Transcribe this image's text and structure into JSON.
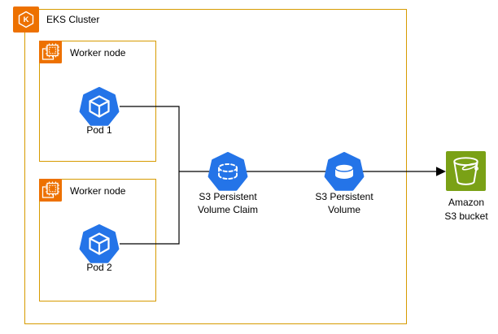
{
  "diagram": {
    "cluster": {
      "label": "EKS Cluster"
    },
    "worker_nodes": [
      {
        "label": "Worker node",
        "pod": "Pod 1"
      },
      {
        "label": "Worker node",
        "pod": "Pod 2"
      }
    ],
    "pvc": {
      "line1": "S3 Persistent",
      "line2": "Volume Claim"
    },
    "pv": {
      "line1": "S3 Persistent",
      "line2": "Volume"
    },
    "bucket": {
      "line1": "Amazon",
      "line2": "S3 bucket"
    },
    "icons": {
      "eks_letter": "K",
      "eks_icon": "eks-service-icon",
      "worker_icon": "cpu-chip-icon",
      "pod_icon": "kubernetes-pod-icon",
      "pvc_icon": "persistent-volume-claim-icon",
      "pv_icon": "persistent-volume-icon",
      "bucket_icon": "s3-bucket-icon"
    },
    "colors": {
      "box_border": "#D79B00",
      "icon_orange": "#ED7100",
      "kubernetes_blue": "#2474E8",
      "s3_green": "#7AA116",
      "line": "#000000"
    }
  }
}
